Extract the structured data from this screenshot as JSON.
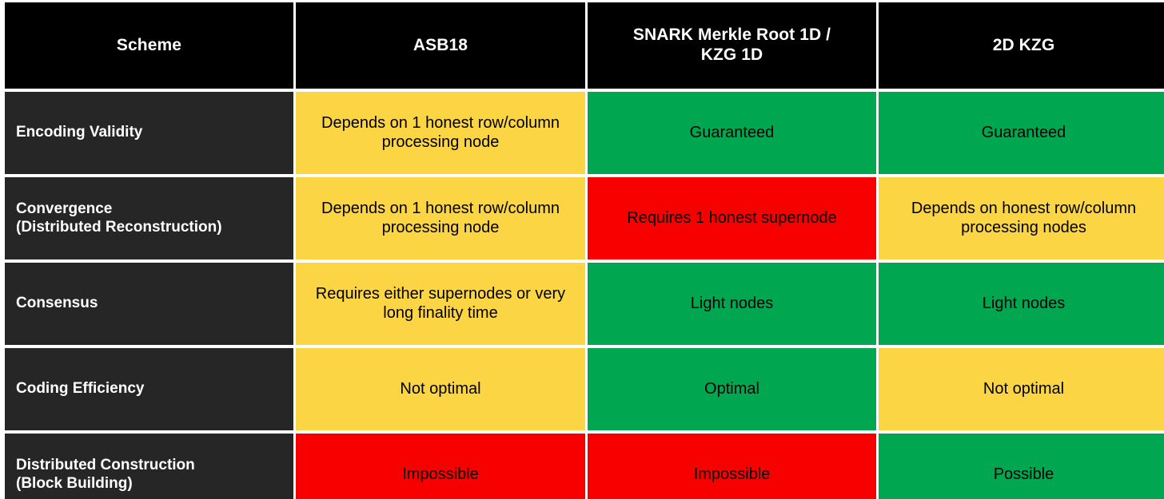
{
  "table": {
    "columns": [
      {
        "key": "scheme",
        "label": "Scheme"
      },
      {
        "key": "asb18",
        "label": "ASB18"
      },
      {
        "key": "snark",
        "label": "SNARK Merkle Root 1D /\nKZG 1D"
      },
      {
        "key": "kzg2d",
        "label": "2D KZG"
      }
    ],
    "rows": [
      {
        "label": "Encoding Validity",
        "cells": [
          {
            "text": "Depends on 1 honest row/column processing node",
            "status": "yellow"
          },
          {
            "text": "Guaranteed",
            "status": "green"
          },
          {
            "text": "Guaranteed",
            "status": "green"
          }
        ]
      },
      {
        "label": "Convergence\n(Distributed Reconstruction)",
        "cells": [
          {
            "text": "Depends on 1 honest row/column processing node",
            "status": "yellow"
          },
          {
            "text": "Requires 1 honest supernode",
            "status": "red"
          },
          {
            "text": "Depends on honest row/column processing nodes",
            "status": "yellow"
          }
        ]
      },
      {
        "label": "Consensus",
        "cells": [
          {
            "text": "Requires either supernodes or very long finality time",
            "status": "yellow"
          },
          {
            "text": "Light nodes",
            "status": "green"
          },
          {
            "text": "Light nodes",
            "status": "green"
          }
        ]
      },
      {
        "label": "Coding Efficiency",
        "cells": [
          {
            "text": "Not optimal",
            "status": "yellow"
          },
          {
            "text": "Optimal",
            "status": "green"
          },
          {
            "text": "Not optimal",
            "status": "yellow"
          }
        ]
      },
      {
        "label": "Distributed Construction\n(Block Building)",
        "cells": [
          {
            "text": "Impossible",
            "status": "red"
          },
          {
            "text": "Impossible",
            "status": "red"
          },
          {
            "text": "Possible",
            "status": "green"
          }
        ]
      }
    ]
  },
  "colors": {
    "header_background": "#000000",
    "header_text": "#ffffff",
    "rowlabel_background": "#262626",
    "rowlabel_text": "#ffffff",
    "status_yellow": "#fbd544",
    "status_green": "#00a650",
    "status_red": "#f80000",
    "grid": "#ffffff"
  }
}
